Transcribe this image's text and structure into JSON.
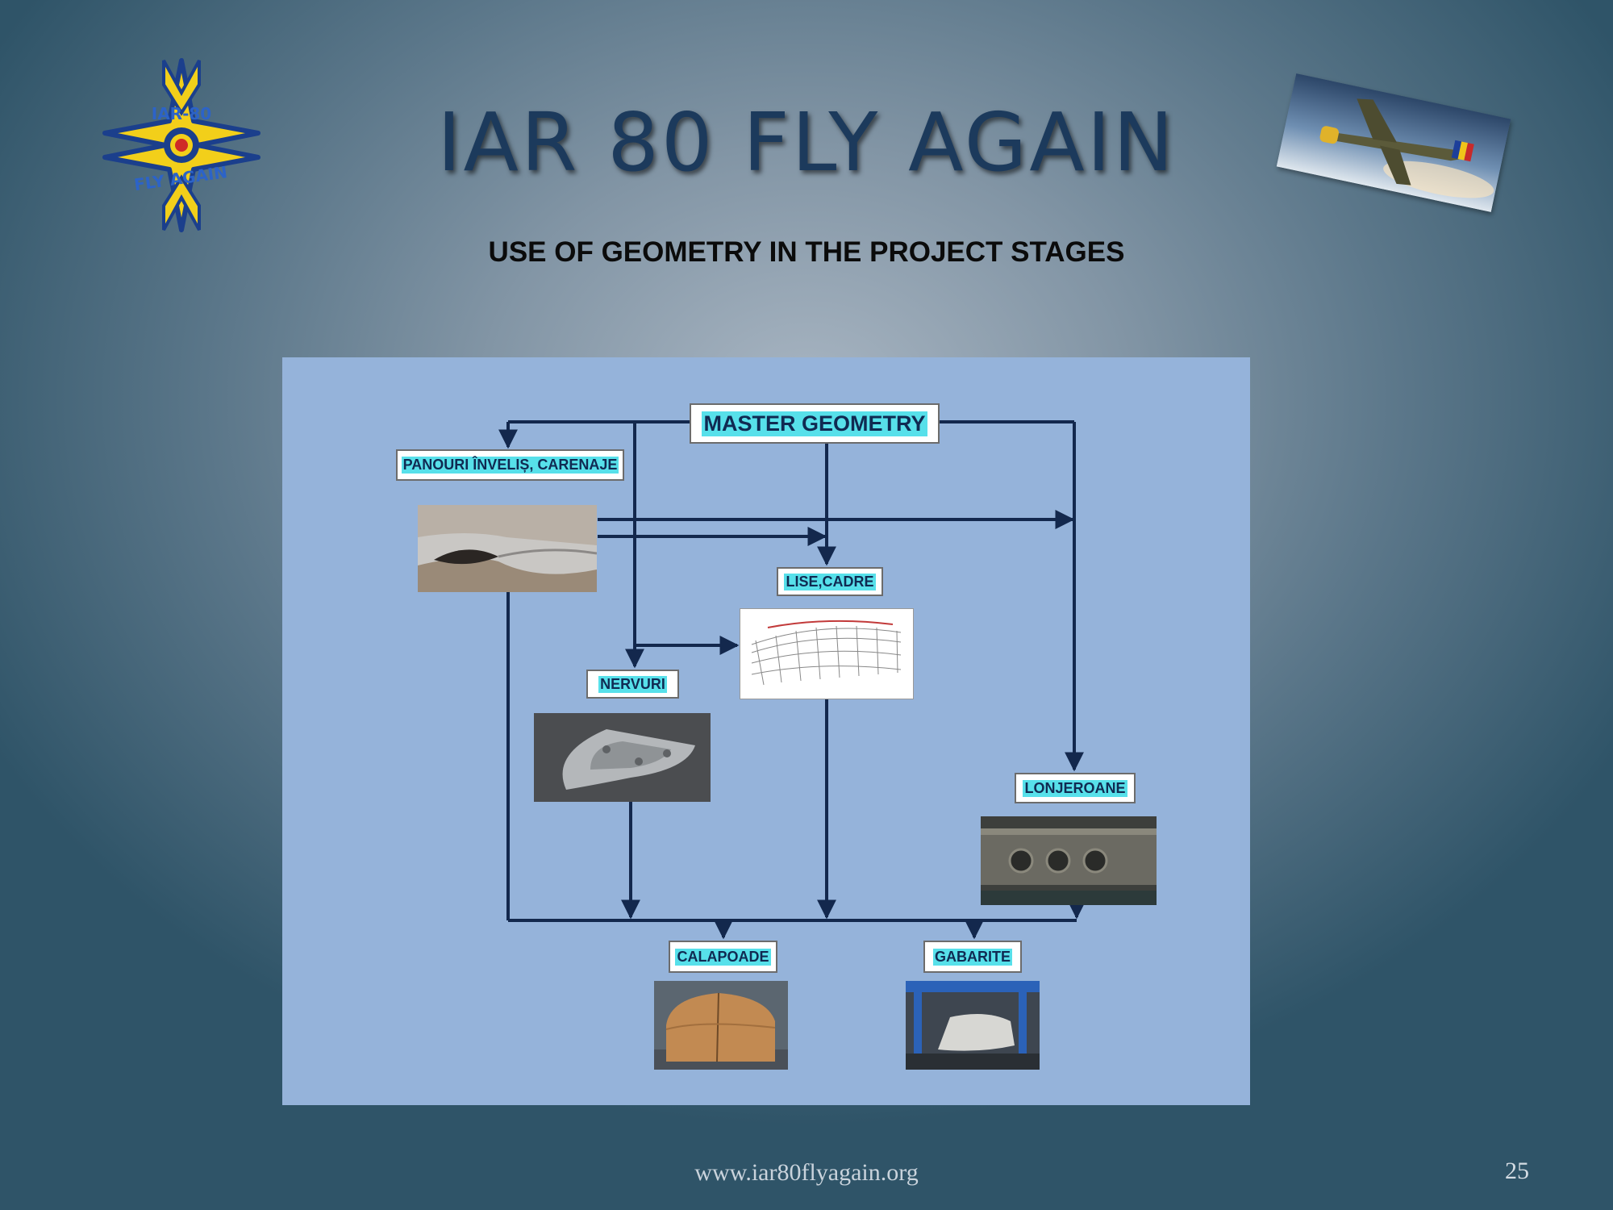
{
  "slide": {
    "title": "IAR 80 FLY AGAIN",
    "subtitle": "USE  OF  GEOMETRY IN THE PROJECT STAGES",
    "footer_url": "www.iar80flyagain.org",
    "page_number": "25"
  },
  "logo": {
    "text_top": "IAR-80",
    "text_bottom": "FLY AGAIN",
    "icon": "iar80-emblem-icon"
  },
  "colors": {
    "panel": "#95b3da",
    "arrow": "#13284d",
    "label_highlight": "#57e0ea",
    "title": "#1c3a5c"
  },
  "diagram": {
    "master": "MASTER GEOMETRY",
    "panouri": "PANOURI ÎNVELIȘ, CARENAJE",
    "lise": "LISE,CADRE",
    "nervuri": "NERVURI",
    "lonjeroane": "LONJEROANE",
    "calapoade": "CALAPOADE",
    "gabarite": "GABARITE"
  }
}
